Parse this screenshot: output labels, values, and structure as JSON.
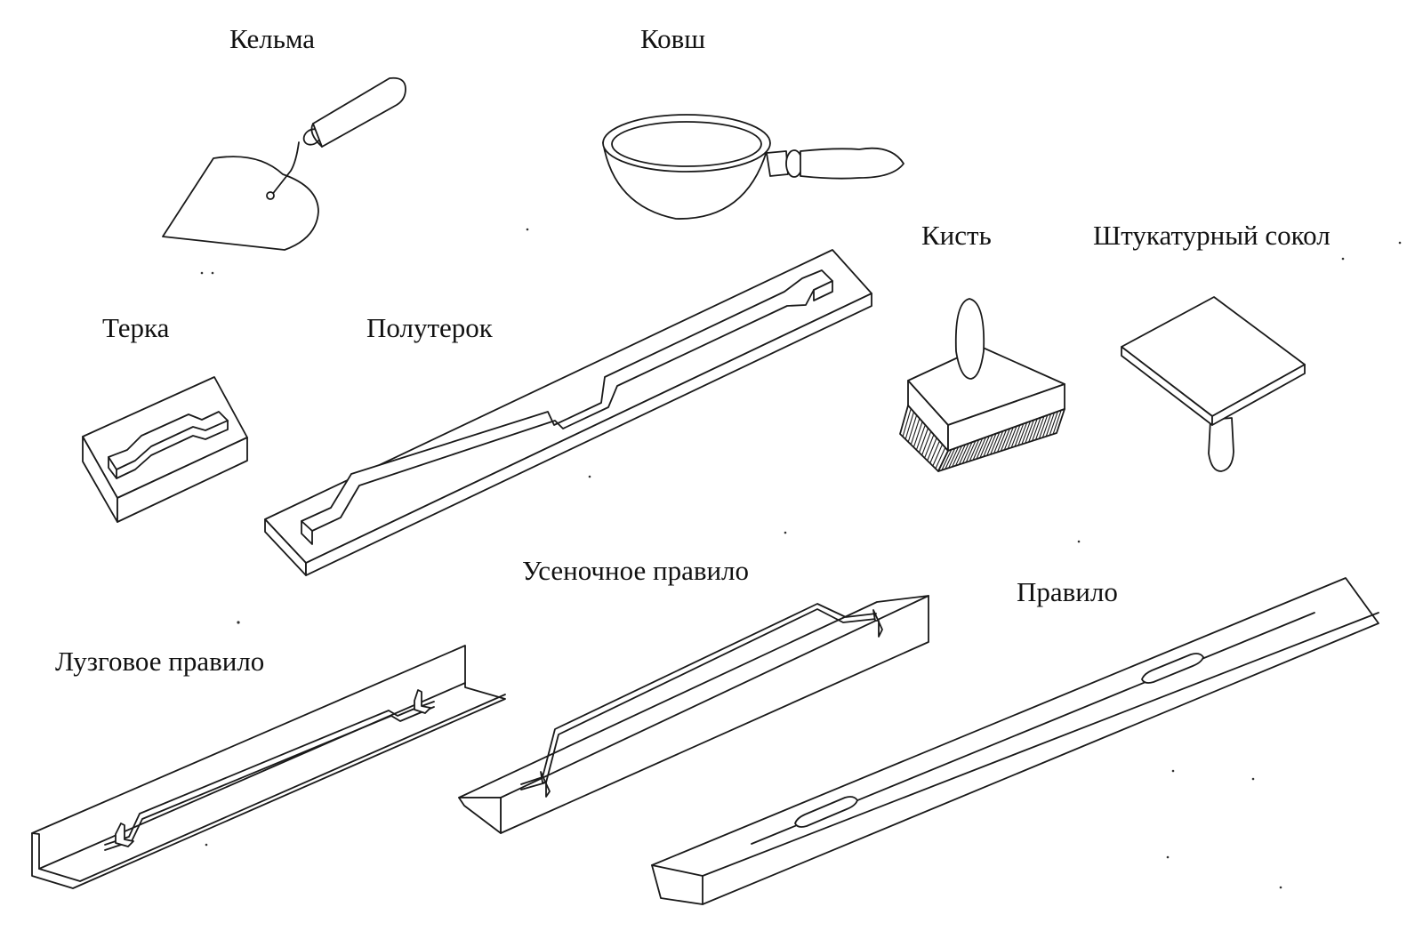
{
  "labels": {
    "kelma": "Кельма",
    "kovsh": "Ковш",
    "kist": "Кисть",
    "sokol": "Штукатурный сокол",
    "terka": "Терка",
    "poluterok": "Полутерок",
    "usenochnoe": "Усеночное правило",
    "pravilo": "Правило",
    "luzgovoe": "Лузговое правило"
  }
}
